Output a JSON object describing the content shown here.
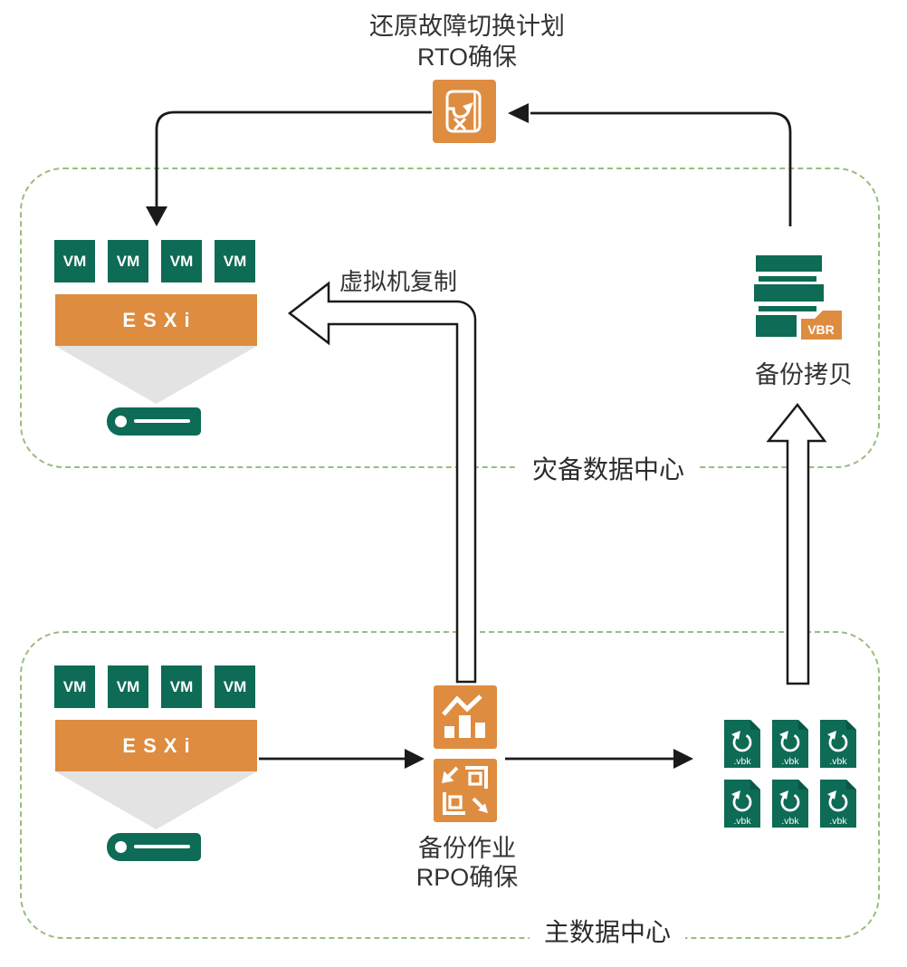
{
  "colors": {
    "green": "#0E6B55",
    "green_dark": "#0A5746",
    "orange": "#DE8C40",
    "dash_green": "#9ABD7E",
    "funnel_gray": "#E3E3E3",
    "arrow_black": "#1A1A1A"
  },
  "failover_plan": {
    "title_line1": "还原故障切换计划",
    "title_line2": "RTO确保",
    "icon": "failover-plan-book-icon"
  },
  "vm_replication": {
    "label": "虚拟机复制"
  },
  "dr_site": {
    "label": "灾备数据中心",
    "host": {
      "esxi_label": "ESXi",
      "vms": [
        "VM",
        "VM",
        "VM",
        "VM"
      ]
    },
    "backup_copy": {
      "label": "备份拷贝",
      "badge": "VBR"
    }
  },
  "primary_site": {
    "label": "主数据中心",
    "host": {
      "esxi_label": "ESXi",
      "vms": [
        "VM",
        "VM",
        "VM",
        "VM"
      ]
    },
    "backup_job": {
      "title_line1": "备份作业",
      "title_line2": "RPO确保"
    },
    "backup_files": {
      "extension": ".vbk",
      "count": 6
    }
  }
}
